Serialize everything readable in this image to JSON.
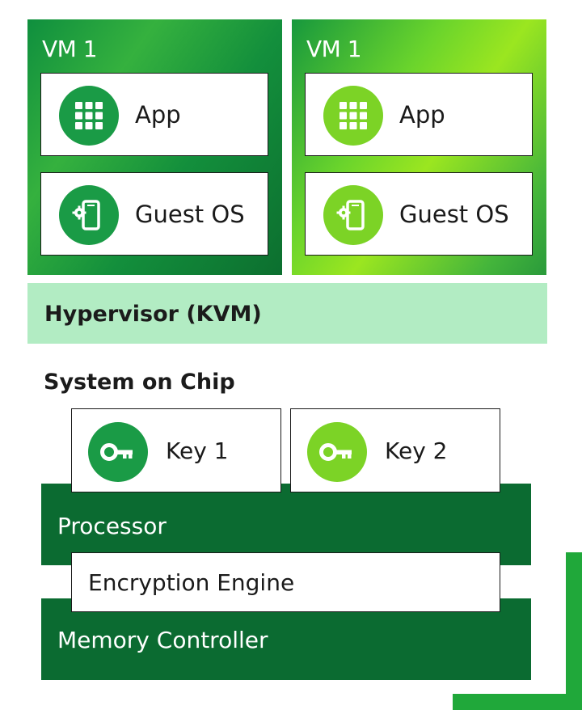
{
  "vms": [
    {
      "title": "VM 1",
      "app_label": "App",
      "os_label": "Guest OS"
    },
    {
      "title": "VM 1",
      "app_label": "App",
      "os_label": "Guest OS"
    }
  ],
  "hypervisor": {
    "label": "Hypervisor (KVM)"
  },
  "soc": {
    "title": "System on Chip",
    "keys": [
      {
        "label": "Key 1"
      },
      {
        "label": "Key 2"
      }
    ],
    "processor_label": "Processor",
    "encryption_label": "Encryption Engine",
    "memory_label": "Memory Controller"
  },
  "colors": {
    "dark_green": "#0b6b31",
    "mid_green": "#1a9b46",
    "lime_green": "#7cd326",
    "hypervisor_bg": "#b2ecc3"
  },
  "icons": {
    "app": "apps-grid-icon",
    "guest_os": "phone-settings-icon",
    "key": "key-icon"
  }
}
